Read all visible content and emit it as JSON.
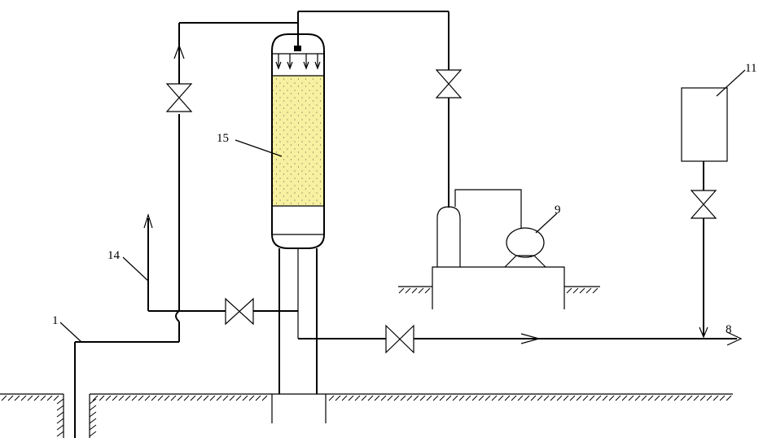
{
  "diagram": {
    "labels": {
      "l1": "1",
      "l8": "8",
      "l9": "9",
      "l11": "11",
      "l14": "14",
      "l15": "15"
    },
    "colors": {
      "packing": "#f6f0a0",
      "line": "#000000"
    }
  }
}
